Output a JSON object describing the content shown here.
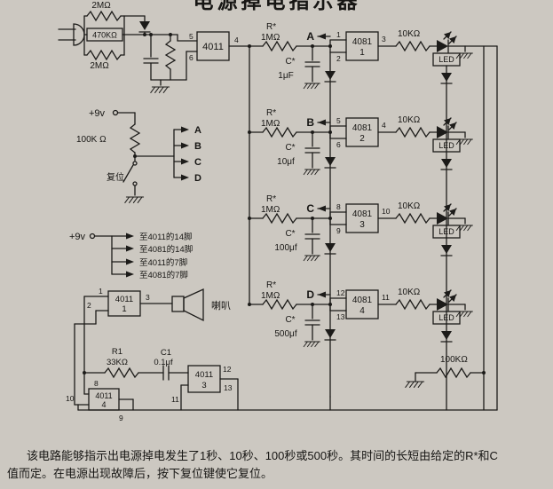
{
  "page": {
    "title": "电源掉电指示器",
    "caption_line1": "该电路能够指示出电源掉电发生了1秒、10秒、100秒或500秒。其时间的长短由给定的R*和C",
    "caption_line2": "值而定。在电源出现故障后，按下复位键使它复位。"
  },
  "osc": {
    "r_top": "2MΩ",
    "r_mid": "470KΩ",
    "r_bot": "2MΩ",
    "gate": "4011",
    "pin_in1": "5",
    "pin_in2": "6",
    "pin_out": "4"
  },
  "reset": {
    "supply": "+9v",
    "resistor": "100K Ω",
    "switch_label": "复位",
    "targets": [
      "A",
      "B",
      "C",
      "D"
    ]
  },
  "power": {
    "supply": "+9v",
    "targets": [
      "至4011的14脚",
      "至4081的14脚",
      "至4011的7脚",
      "至4081的7脚"
    ]
  },
  "rows": [
    {
      "label": "A",
      "r_name": "R*",
      "r_value": "1MΩ",
      "c_name": "C*",
      "c_value": "1μF",
      "gate": "4081",
      "gate_no": "1",
      "pin_top": "1",
      "pin_bot": "2",
      "pin_out": "3",
      "r_out": "10KΩ",
      "led": "LED"
    },
    {
      "label": "B",
      "r_name": "R*",
      "r_value": "1MΩ",
      "c_name": "C*",
      "c_value": "10μf",
      "gate": "4081",
      "gate_no": "2",
      "pin_top": "5",
      "pin_bot": "6",
      "pin_out": "4",
      "r_out": "10KΩ",
      "led": "LED"
    },
    {
      "label": "C",
      "r_name": "R*",
      "r_value": "1MΩ",
      "c_name": "C*",
      "c_value": "100μf",
      "gate": "4081",
      "gate_no": "3",
      "pin_top": "8",
      "pin_bot": "9",
      "pin_out": "10",
      "r_out": "10KΩ",
      "led": "LED"
    },
    {
      "label": "D",
      "r_name": "R*",
      "r_value": "1MΩ",
      "c_name": "C*",
      "c_value": "500μf",
      "gate": "4081",
      "gate_no": "4",
      "pin_top": "12",
      "pin_bot": "13",
      "pin_out": "11",
      "r_out": "10KΩ",
      "led": "LED"
    }
  ],
  "alarm": {
    "gate1": {
      "name": "4011",
      "no": "1",
      "pin_in1": "1",
      "pin_in2": "2",
      "pin_out": "3"
    },
    "speaker": "喇叭",
    "r1_name": "R1",
    "r1_value": "33KΩ",
    "c1_name": "C1",
    "c1_value": "0.1μf",
    "gate3": {
      "name": "4011",
      "no": "3",
      "pin_a": "12",
      "pin_b": "13",
      "pin_c": "11"
    },
    "gate4": {
      "name": "4011",
      "no": "4",
      "pin_a": "8",
      "pin_b": "10",
      "pin_c": "9"
    }
  },
  "bottom_right": {
    "resistor": "100KΩ"
  }
}
